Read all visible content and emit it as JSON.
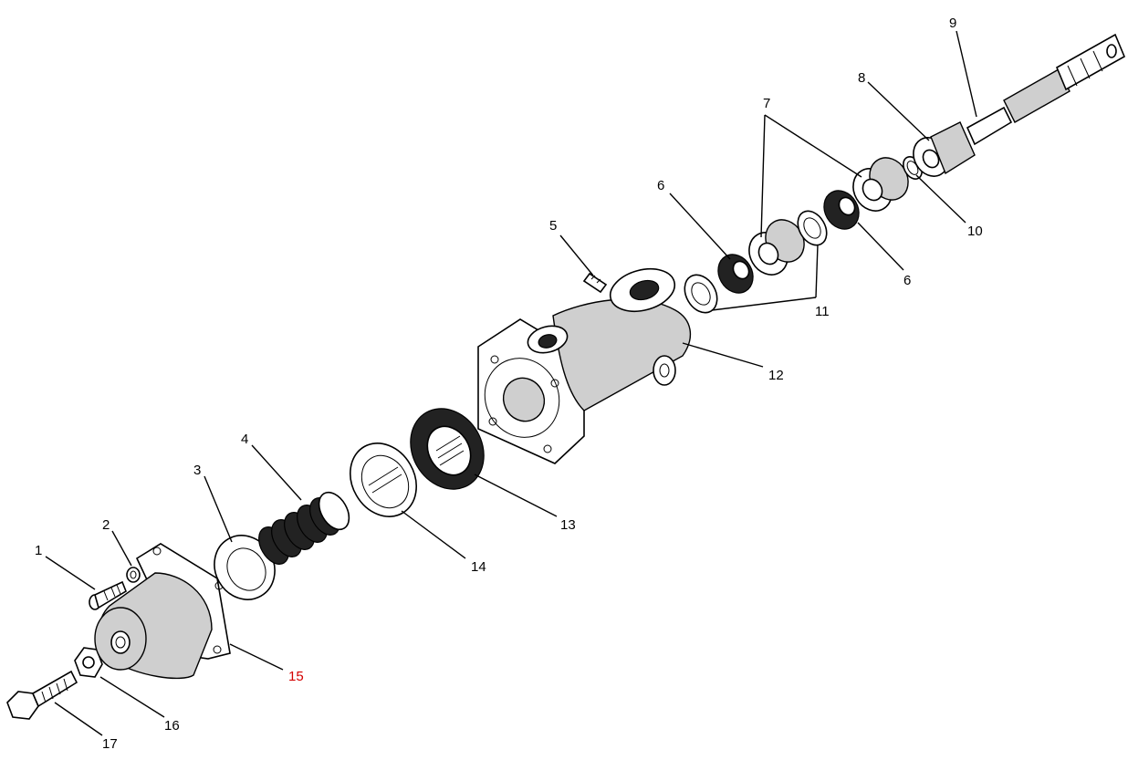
{
  "diagram": {
    "labels": {
      "p1": "1",
      "p2": "2",
      "p3": "3",
      "p4": "4",
      "p5": "5",
      "p6a": "6",
      "p6b": "6",
      "p7": "7",
      "p8": "8",
      "p9": "9",
      "p10": "10",
      "p11": "11",
      "p12": "12",
      "p13": "13",
      "p14": "14",
      "p15": "15",
      "p16": "16",
      "p17": "17"
    },
    "highlight_color": "#d40000"
  }
}
